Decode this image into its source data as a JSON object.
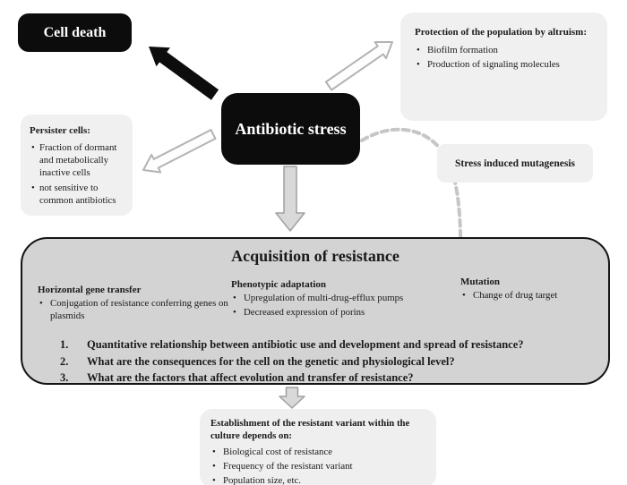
{
  "figure": {
    "type": "flow-diagram",
    "topic": "Antibiotic stress responses and acquisition of resistance"
  },
  "nodes": {
    "cell_death": {
      "label": "Cell death"
    },
    "antibiotic_stress": {
      "label": "Antibiotic stress"
    },
    "protection": {
      "heading": "Protection of the population by altruism:",
      "bullets": [
        "Biofilm formation",
        "Production of signaling molecules"
      ]
    },
    "persister": {
      "heading": "Persister cells:",
      "bullets": [
        "Fraction of dormant and metabolically inactive cells",
        "not sensitive to common antibiotics"
      ]
    },
    "stress_mutagenesis": {
      "label": "Stress induced mutagenesis"
    },
    "acquisition": {
      "title": "Acquisition of resistance",
      "columns": [
        {
          "heading": "Horizontal gene transfer",
          "bullets": [
            "Conjugation of resistance conferring genes on plasmids"
          ]
        },
        {
          "heading": "Phenotypic adaptation",
          "bullets": [
            "Upregulation of multi-drug-efflux pumps",
            "Decreased expression of porins"
          ]
        },
        {
          "heading": "Mutation",
          "bullets": [
            "Change of drug target"
          ]
        }
      ],
      "question_numbers": [
        "1.",
        "2.",
        "3."
      ],
      "questions": [
        "Quantitative relationship between antibiotic use and development and spread of resistance?",
        "What are the consequences for the cell on the genetic and physiological level?",
        "What are the factors that affect evolution and transfer of resistance?"
      ]
    },
    "establishment": {
      "heading": "Establishment of the resistant variant within the culture depends on:",
      "bullets": [
        "Biological cost of resistance",
        "Frequency of the resistant variant",
        "Population size, etc."
      ]
    }
  },
  "colors": {
    "black_box": "#0c0c0c",
    "light_box": "#f0f0f0",
    "acquisition_fill": "#d3d3d3",
    "acquisition_border": "#141414",
    "gray_arrow_fill": "#d9d9d9",
    "gray_arrow_stroke": "#a0a0a0",
    "outline_arrow_fill": "#fdfdfd",
    "outline_arrow_stroke": "#b3b3b3",
    "dashed_arrow": "#c6c6c6",
    "text": "#1a1a1a"
  }
}
